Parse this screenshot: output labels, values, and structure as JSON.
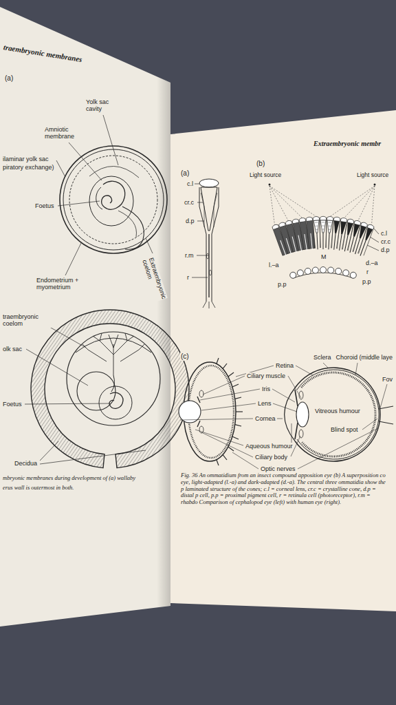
{
  "diagram": {
    "title": "Extraembryonic membr",
    "caption": "Fig. 36 An ommatidium from an insect compound apposition eye (b) A superposition co eye, light-adapted (l.-a) and dark-adapted (d.-a). The central three ommatidia show the p laminated structure of the cones; c.l = corneal lens, cr.c = crystalline cone, d.p = distal p cell, p.p = proximal pigment cell, r = retinula cell (photoreceptor), r.m = rhabdo Comparison of cephalopod eye (left) with human eye (right).",
    "labels": [
      "traembryonic membranes",
      "(a)",
      "Yolk sac cavity",
      "Amniotic membrane",
      "ilaminar yolk sac",
      "piratory exchange)",
      "Foetus",
      "Endometrium + myometrium",
      "Extraembryonic coelom",
      "traembryonic coelom",
      "olk sac",
      "Foetus",
      "Decidua",
      "mbryonic membranes during development of (a) wallaby",
      "erus wall is outermost in both.",
      "(a)",
      "(b)",
      "Light source",
      "Light source",
      "c.l",
      "cr.c",
      "d.p",
      "r.m",
      "r",
      "c.l",
      "cr.c",
      "d.p",
      "l.–a",
      "d.–a",
      "M",
      "p.p",
      "r",
      "p.p",
      "(c)",
      "Retina",
      "Ciliary muscle",
      "Iris",
      "Lens",
      "Cornea",
      "Aqueous humour",
      "Ciliary body",
      "Optic nerves",
      "Sclera",
      "Choroid (middle laye",
      "Fov",
      "Vitreous humour",
      "Blind spot"
    ]
  }
}
